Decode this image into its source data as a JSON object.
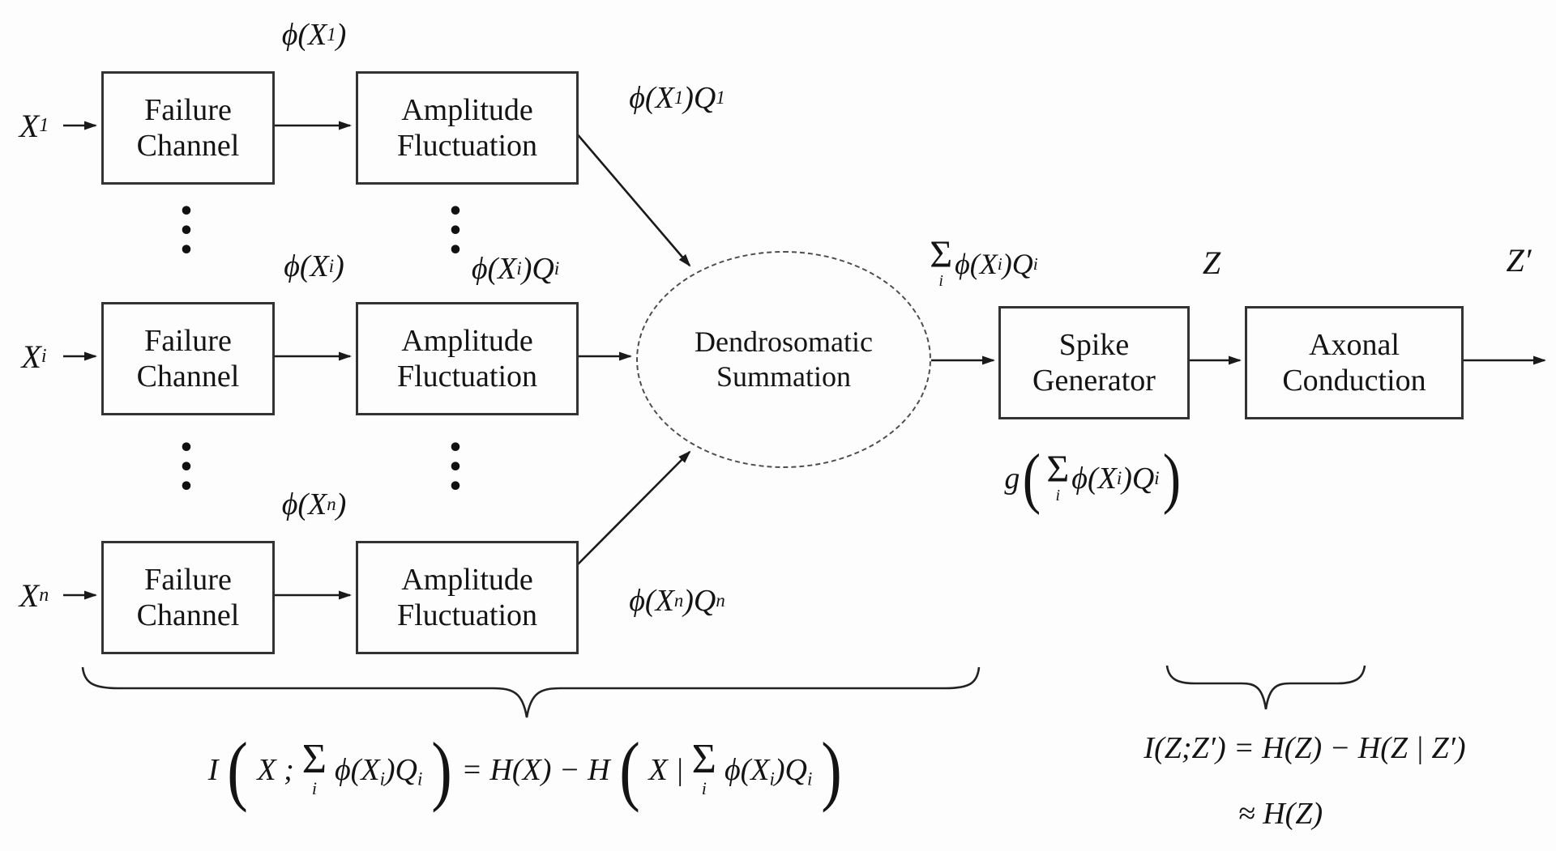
{
  "symbols": {
    "dot": "•",
    "sigma": "Σ",
    "sum_index": "i",
    "phi_open": "ϕ(X",
    "close_paren": ")",
    "close_q": ")Q",
    "lparen": "(",
    "rparen": ")"
  },
  "inputs": {
    "var": "X"
  },
  "rows": [
    {
      "sub": "1"
    },
    {
      "sub": "i"
    },
    {
      "sub": "n"
    }
  ],
  "boxes": {
    "failure": {
      "line1": "Failure",
      "line2": "Channel"
    },
    "amplitude": {
      "line1": "Amplitude",
      "line2": "Fluctuation"
    },
    "dendrosomatic": {
      "line1": "Dendrosomatic",
      "line2": "Summation"
    },
    "spike": {
      "line1": "Spike",
      "line2": "Generator"
    },
    "axonal": {
      "line1": "Axonal",
      "line2": "Conduction"
    }
  },
  "outputs": {
    "z": "Z",
    "z_prime": "Z′"
  },
  "g_label": {
    "fn": "g"
  },
  "formula_left": {
    "head": "I",
    "arg1": "X ;",
    "middle": "= H(X) − H",
    "arg2": "X |"
  },
  "formula_right": {
    "line1": "I(Z;Z′) = H(Z) − H(Z | Z′)",
    "line2": "≈ H(Z)"
  },
  "colors": {
    "ink": "#1a1a1a",
    "background": "#fdfdfd"
  }
}
